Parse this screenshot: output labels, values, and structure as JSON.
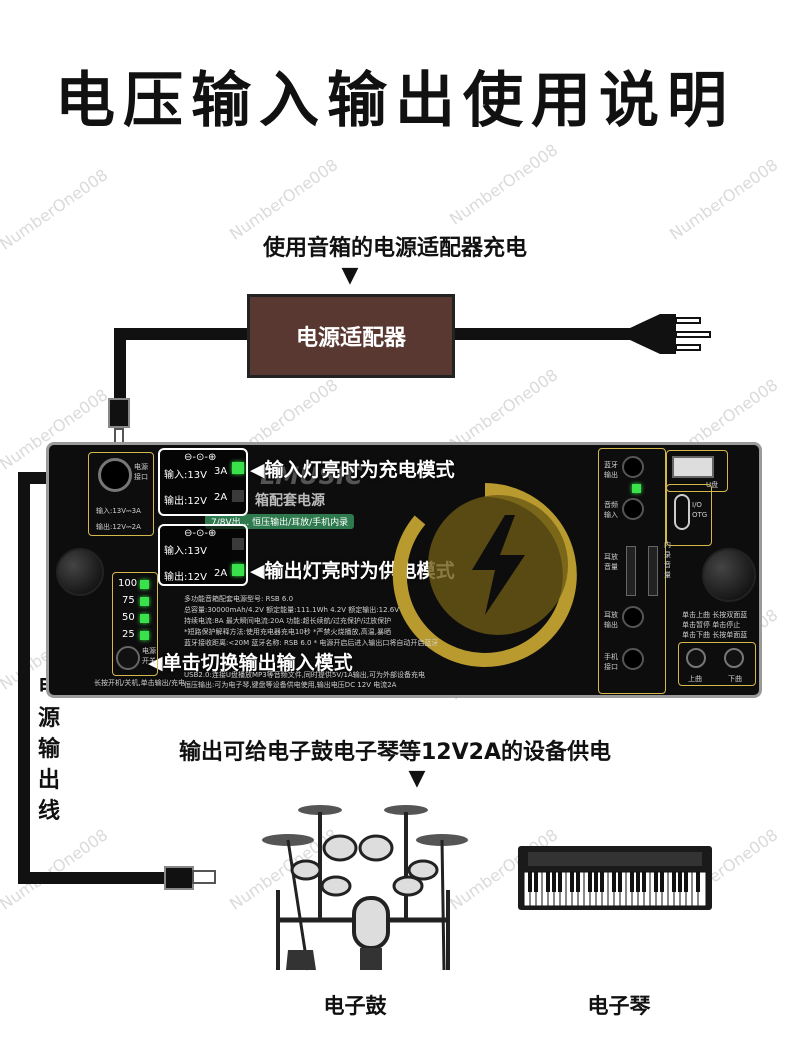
{
  "title": "电压输入输出使用说明",
  "top_caption": "使用音箱的电源适配器充电",
  "arrow_symbol": "▼",
  "adapter_label": "电源适配器",
  "panel": {
    "brand": "LMUSIC",
    "subtitle": "箱配套电源",
    "jack_label": "电源接口",
    "input_spec": "输入:13V⎓3A",
    "output_spec": "输出:12V⎓2A",
    "panel_input_row": "输入:13V",
    "panel_input_amp": "3A",
    "panel_output_row": "输出:12V",
    "panel_output_amp": "2A",
    "green_tag": "7/8V出... 恒压输出/耳放/手机内录",
    "battery_levels": [
      "100",
      "75",
      "50",
      "25"
    ],
    "power_button_label": "电源开关",
    "bottom_note": "长按开机/关机,单击输出/充电",
    "model_text": "多功能音箱配套电源型号: RSB 6.0",
    "spec_line1": "总容量:30000mAh/4.2V 额定能量:111.1Wh 4.2V 额定输出:12.6V",
    "spec_line2": "持续电流:8A 最大瞬间电流:20A 功能:超长续航/过充保护/过放保护",
    "spec_line3": "*短路保护解释方法:使用充电器充电10秒 *严禁火烧播放,高温,暴晒",
    "spec_line4": "蓝牙接收距离:<20M 蓝牙名称: RSB 6.0 * 电源开启后进入输出口将自动开启蓝牙",
    "spec_line5": "USB2.0:连接U盘播放MP3等音频文件,同时提供5V/1A输出,可为外部设备充电",
    "spec_line6": "恒压输出:可为电子琴,键盘等设备供电使用,输出电压DC 12V 电流2A",
    "right_labels": [
      "蓝牙输出",
      "音频输入",
      "耳放音量",
      "耳放输出",
      "手机接口"
    ],
    "right_top_label": "U盘",
    "otg_label": "I/O OTG",
    "internal_label": "内录音量",
    "ctrl_text_1": "单击上曲 长按双面蓝",
    "ctrl_text_2": "单击暂停 单击停止",
    "ctrl_text_3": "单击下曲 长按单面蓝",
    "ctrl_up": "上曲",
    "ctrl_down": "下曲"
  },
  "callouts": {
    "input": "输入灯亮时为充电模式",
    "output": "输出灯亮时为供电模式",
    "toggle": "单击切换输出输入模式"
  },
  "side_label": [
    "电",
    "源",
    "输",
    "出",
    "线"
  ],
  "bottom_caption": "输出可给电子鼓电子琴等12V2A的设备供电",
  "products": {
    "drum": "电子鼓",
    "keyboard": "电子琴"
  },
  "watermark": "NumberOne008",
  "colors": {
    "adapter": "#5a3832",
    "led_green": "#39e24a",
    "panel_gold": "#d6b84a",
    "panel_bg": "#0d0d0d"
  }
}
